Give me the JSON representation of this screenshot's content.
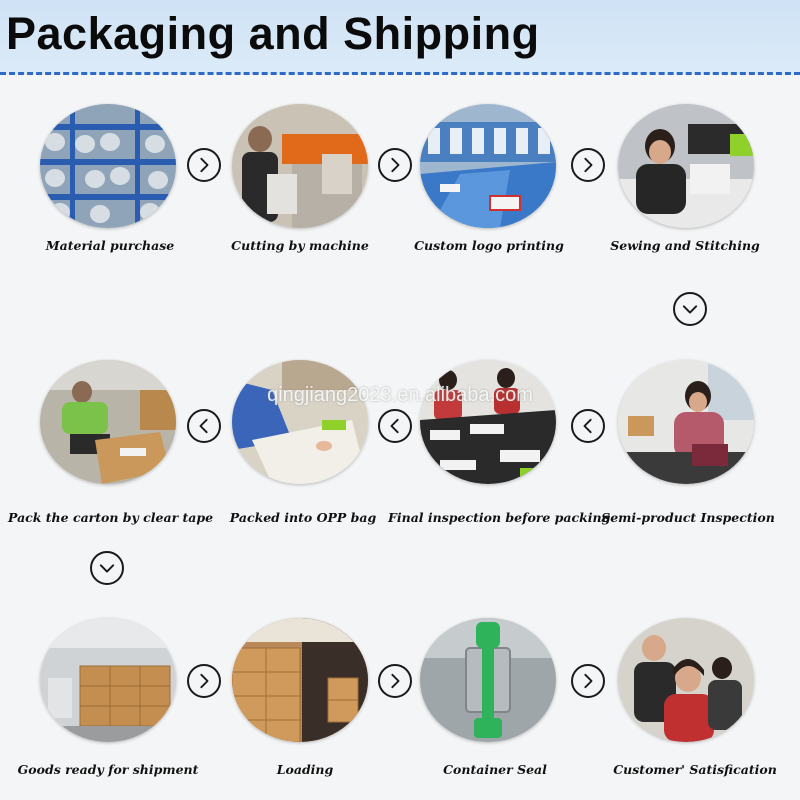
{
  "header": {
    "title": "Packaging and Shipping"
  },
  "watermark": "qingjiang2023.en.alibaba.com",
  "steps": [
    {
      "label": "Material purchase"
    },
    {
      "label": "Cutting by machine"
    },
    {
      "label": "Custom logo printing"
    },
    {
      "label": "Sewing and Stitching"
    },
    {
      "label": "Semi-product Inspection"
    },
    {
      "label": "Final inspection before packing"
    },
    {
      "label": "Packed into OPP bag"
    },
    {
      "label": "Pack the carton by clear tape"
    },
    {
      "label": "Goods ready for shipment"
    },
    {
      "label": "Loading"
    },
    {
      "label": "Container Seal"
    },
    {
      "label": "Customer' Satisfication"
    }
  ],
  "icons": {
    "arrow_right": "chevron-right-icon",
    "arrow_left": "chevron-left-icon",
    "arrow_down": "chevron-down-icon"
  },
  "colors": {
    "header_bg": "#d4e6f7",
    "divider": "#2d6bc6",
    "text": "#111111"
  }
}
